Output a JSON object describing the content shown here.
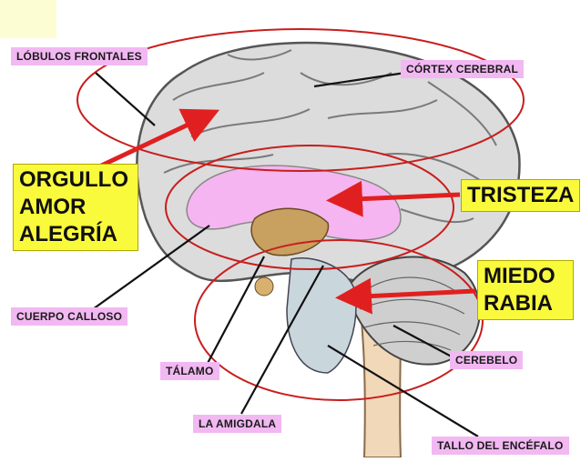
{
  "labels": {
    "lobulos_frontales": "LÓBULOS FRONTALES",
    "cortex_cerebral": "CÓRTEX CEREBRAL",
    "cuerpo_calloso": "CUERPO CALLOSO",
    "talamo": "TÁLAMO",
    "amigdala": "LA AMIGDALA",
    "cerebelo": "CEREBELO",
    "tallo_encefalo": "TALLO DEL ENCÉFALO"
  },
  "emotions": {
    "top_group": [
      "ORGULLO",
      "AMOR",
      "ALEGRÍA"
    ],
    "tristeza": "TRISTEZA",
    "bottom_group": [
      "MIEDO",
      "RABIA"
    ]
  },
  "colors": {
    "label_bg": "#f2b8f2",
    "emotion_bg": "#fafa3c",
    "arrow": "#e02020",
    "ellipse": "#c81e1e",
    "brain_fill": "#dcdcdc",
    "limbic_pink": "#f5b5f0"
  }
}
